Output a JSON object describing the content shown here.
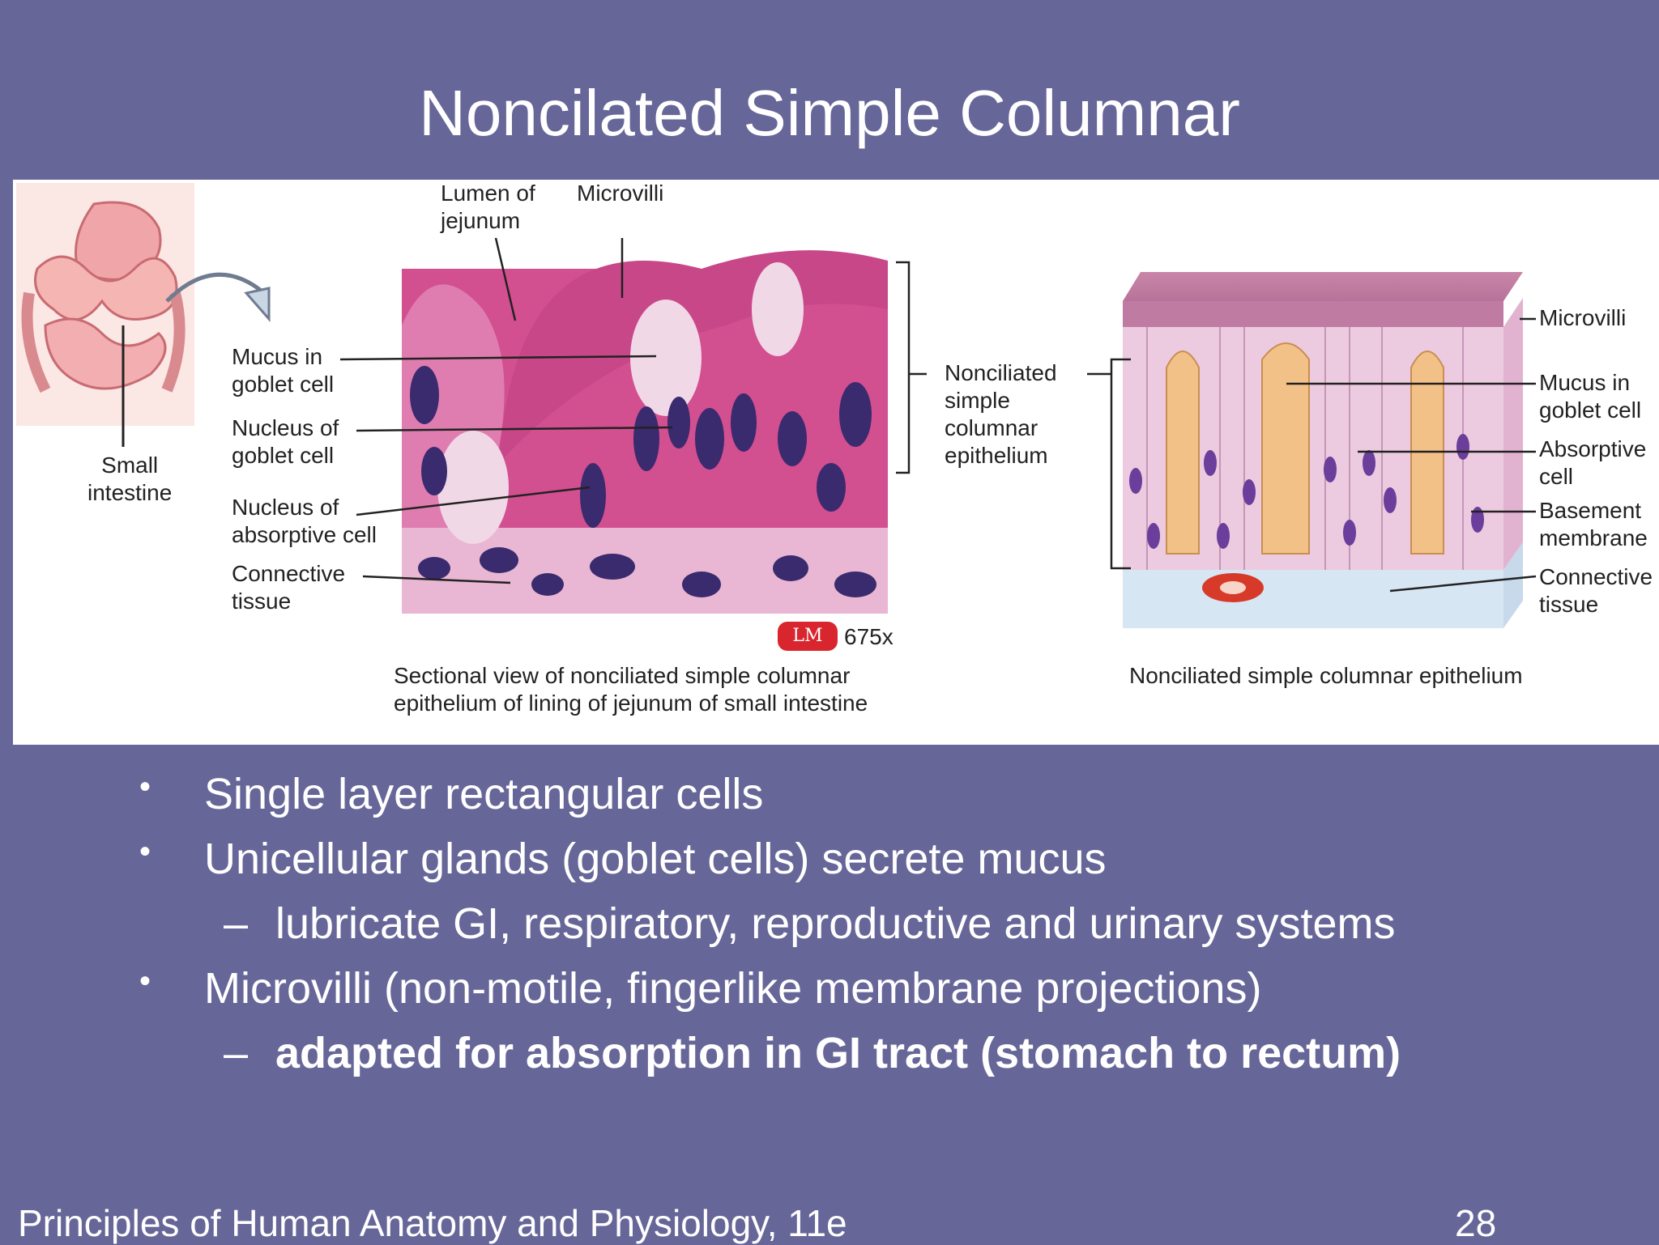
{
  "slide": {
    "title": "Noncilated Simple Columnar",
    "page_number": "28",
    "footer": "Principles of Human Anatomy and Physiology, 11e"
  },
  "figure": {
    "labels": {
      "small_intestine_1": "Small",
      "small_intestine_2": "intestine",
      "lumen_1": "Lumen of",
      "lumen_2": "jejunum",
      "microvilli_top": "Microvilli",
      "mucus_1": "Mucus in",
      "mucus_2": "goblet cell",
      "nucleus_goblet_1": "Nucleus of",
      "nucleus_goblet_2": "goblet cell",
      "nucleus_abs_1": "Nucleus of",
      "nucleus_abs_2": "absorptive cell",
      "connective_1": "Connective",
      "connective_2": "tissue",
      "epithelium_1": "Nonciliated",
      "epithelium_2": "simple",
      "epithelium_3": "columnar",
      "epithelium_4": "epithelium",
      "r_microvilli": "Microvilli",
      "r_mucus_1": "Mucus in",
      "r_mucus_2": "goblet cell",
      "r_absorptive_1": "Absorptive",
      "r_absorptive_2": "cell",
      "r_basement_1": "Basement",
      "r_basement_2": "membrane",
      "r_connective_1": "Connective",
      "r_connective_2": "tissue",
      "lm_badge": "LM",
      "magnification": "675x",
      "caption_left_1": "Sectional view of nonciliated simple columnar",
      "caption_left_2": "epithelium of lining of jejunum of small intestine",
      "caption_right": "Nonciliated simple columnar epithelium"
    }
  },
  "bullets": [
    {
      "text": "Single layer rectangular cells",
      "glyph": "•"
    },
    {
      "text": "Unicellular glands (goblet cells) secrete mucus",
      "glyph": "•"
    },
    {
      "text": "lubricate GI, respiratory, reproductive and urinary systems",
      "glyph": "–"
    },
    {
      "text": "Microvilli (non-motile, fingerlike membrane projections)",
      "glyph": "•"
    },
    {
      "text": "adapted for absorption in GI tract (stomach to rectum)",
      "glyph": "–"
    }
  ],
  "colors": {
    "background": "#676699",
    "tissue_pink": "#d44f93",
    "nucleus_purple": "#3a2a6e",
    "goblet_orange": "#f2c187",
    "badge_red": "#d9262e"
  }
}
